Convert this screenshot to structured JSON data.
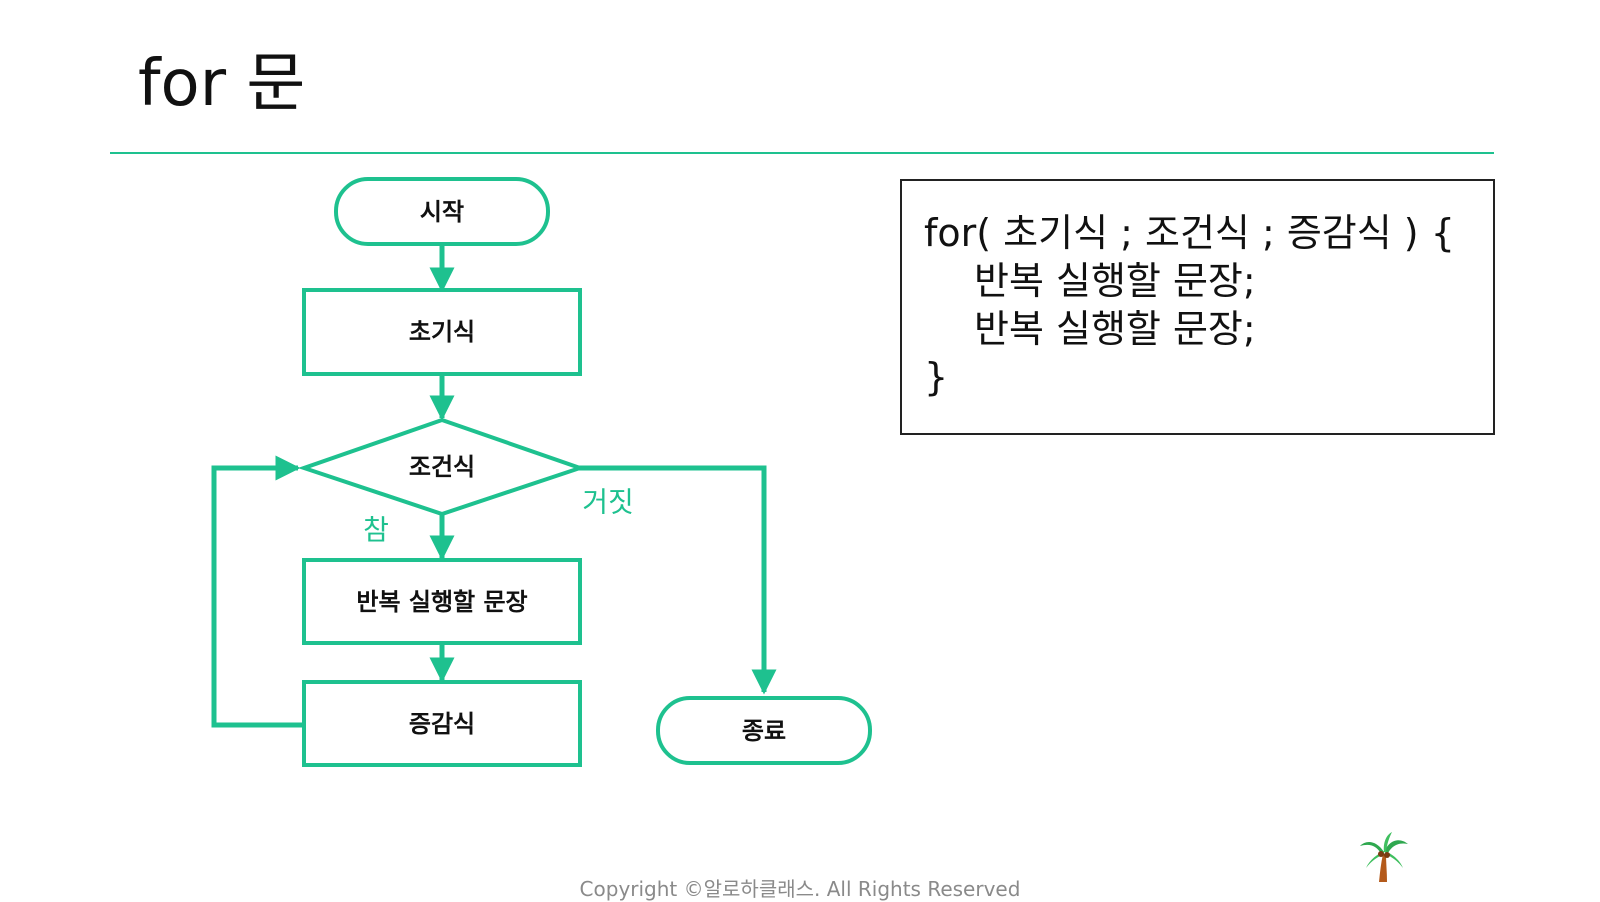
{
  "slide": {
    "title": "for 문",
    "footer": "Copyright ©알로하클래스. All Rights Reserved",
    "accent_color": "#1ec18f",
    "logo_icon": "palm-tree-icon"
  },
  "flowchart": {
    "start": "시작",
    "init": "초기식",
    "condition": "조건식",
    "true_label": "참",
    "false_label": "거짓",
    "body": "반복 실행할 문장",
    "increment": "증감식",
    "end": "종료"
  },
  "code": {
    "lines": [
      "for( 초기식 ; 조건식 ; 증감식 ) {",
      "반복 실행할 문장;",
      "반복 실행할 문장;",
      "}"
    ]
  }
}
